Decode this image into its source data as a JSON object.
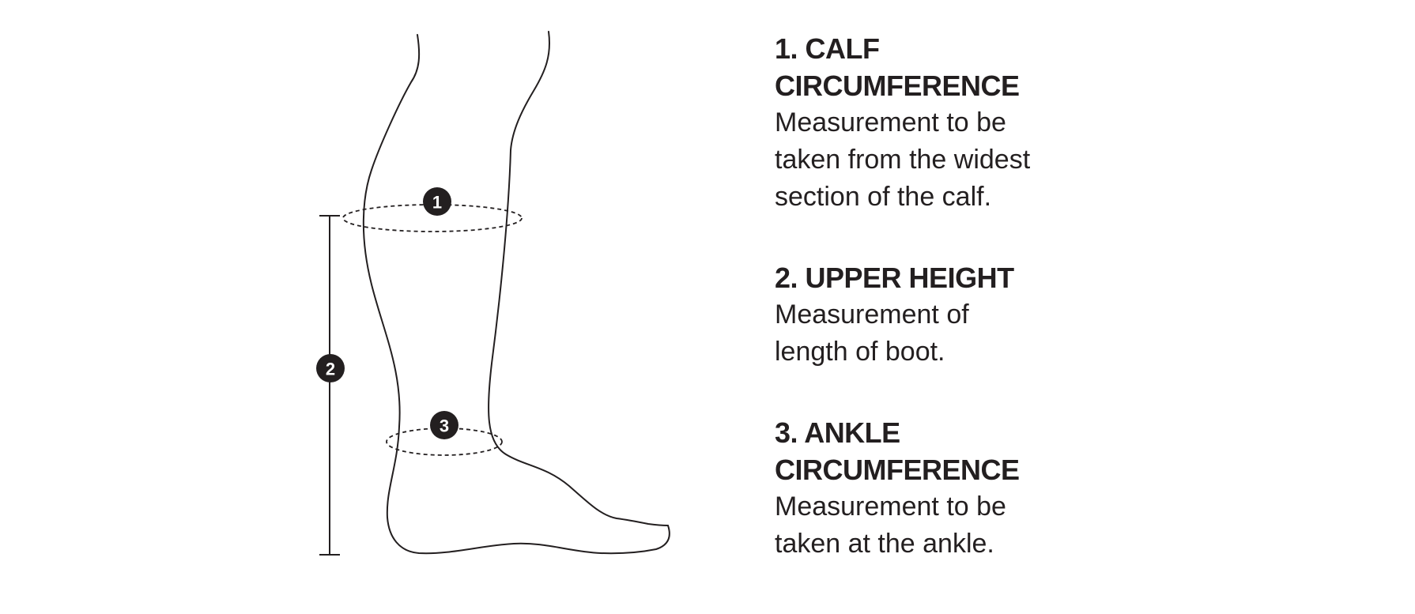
{
  "markers": [
    "1",
    "2",
    "3"
  ],
  "legend": {
    "items": [
      {
        "title_line1": "1. CALF",
        "title_line2": "CIRCUMFERENCE",
        "desc_line1": "Measurement to be",
        "desc_line2": "taken from the widest",
        "desc_line3": "section of the calf."
      },
      {
        "title_line1": "2. UPPER HEIGHT",
        "desc_line1": "Measurement of",
        "desc_line2": "length of boot."
      },
      {
        "title_line1": "3. ANKLE",
        "title_line2": "CIRCUMFERENCE",
        "desc_line1": "Measurement to be",
        "desc_line2": "taken at the ankle."
      }
    ]
  },
  "colors": {
    "ink": "#231f20",
    "background": "#ffffff"
  }
}
